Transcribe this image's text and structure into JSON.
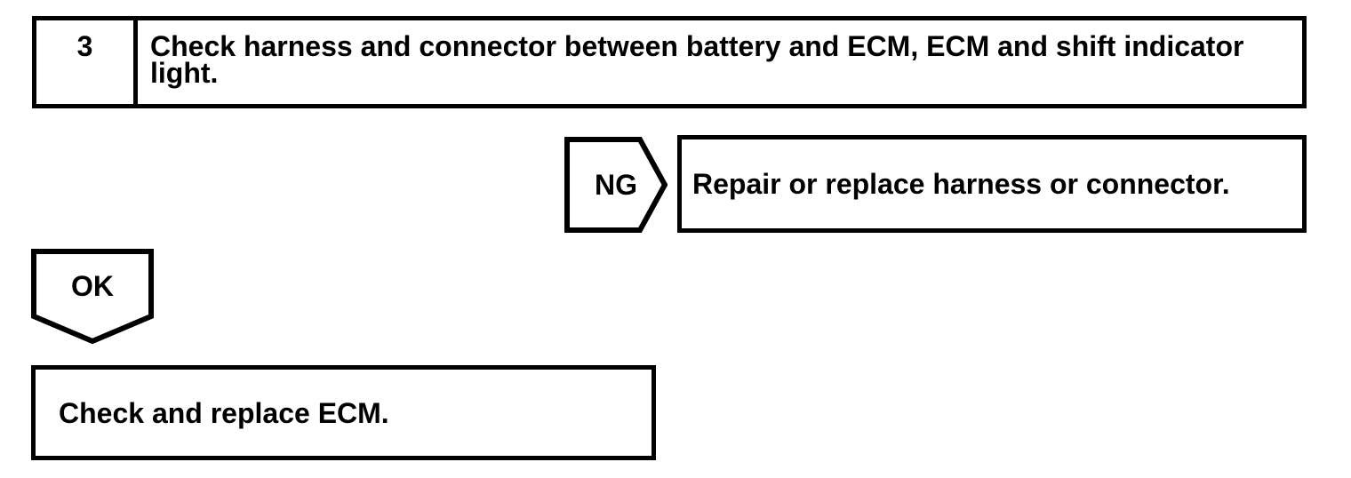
{
  "page": {
    "colors": {
      "ink": "#000000",
      "background": "#ffffff"
    }
  },
  "flowchart": {
    "step": {
      "number": "3",
      "instruction": "Check harness and connector between battery and ECM, ECM and shift indicator light."
    },
    "ng_branch": {
      "label": "NG",
      "action": "Repair or replace harness or connector."
    },
    "ok_branch": {
      "label": "OK",
      "action": "Check and replace ECM."
    }
  }
}
